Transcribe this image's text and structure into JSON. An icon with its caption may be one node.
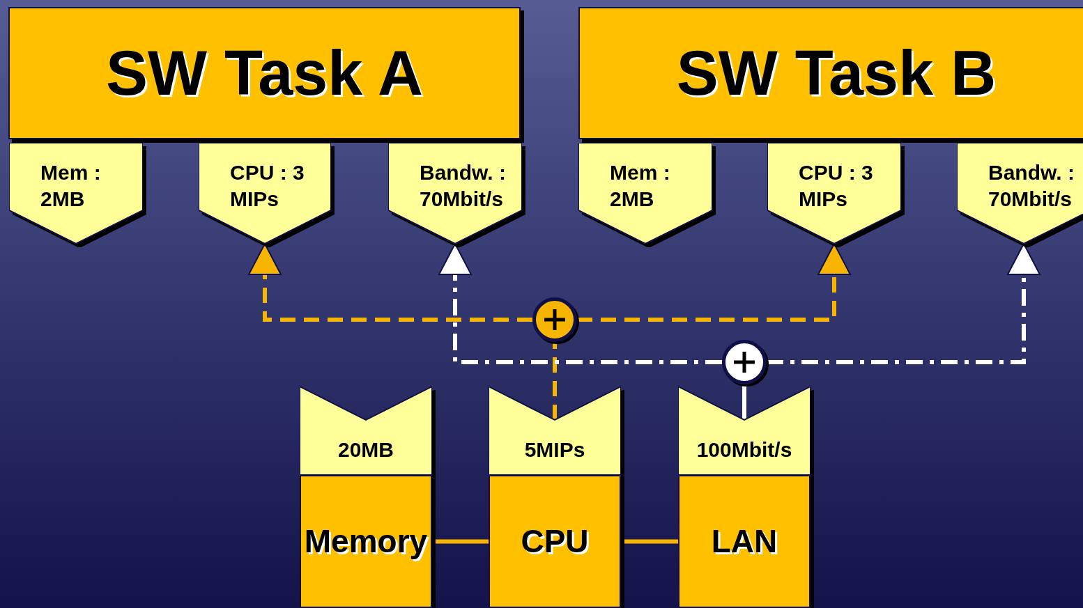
{
  "diagram": {
    "nodes": [
      {
        "text": [
          "SW Task A"
        ]
      },
      {
        "text": [
          "Mem : 2MB"
        ]
      },
      {
        "text": [
          "CPU : 3 MIPs"
        ]
      },
      {
        "text": [
          "Bandw. : 70Mbit/s"
        ]
      },
      {
        "text": [
          "SW Task B"
        ]
      },
      {
        "text": [
          "Mem : 2MB"
        ]
      },
      {
        "text": [
          "CPU : 3 MIPs"
        ]
      },
      {
        "text": [
          "Bandw. : 70Mbit/s"
        ]
      },
      {
        "text": [],
        "shape": "circle"
      },
      {
        "text": [],
        "shape": "circle"
      },
      {
        "text": [
          "20MB"
        ]
      },
      {
        "text": [
          "Memory"
        ]
      },
      {
        "text": [
          "5MIPs"
        ]
      },
      {
        "text": [
          "CPU"
        ]
      },
      {
        "text": [
          "100Mbit/s"
        ]
      },
      {
        "text": [
          "LAN"
        ]
      }
    ],
    "edges": [
      {
        "from": 8,
        "to": 2,
        "arrow": "to",
        "style": "dashed"
      },
      {
        "from": 8,
        "to": 6,
        "arrow": "to",
        "style": "dashed"
      },
      {
        "from": 12,
        "to": 8,
        "arrow": "none",
        "style": "dashed"
      },
      {
        "from": 9,
        "to": 3,
        "arrow": "to",
        "style": "dashed",
        "color": "#ffffff"
      },
      {
        "from": 9,
        "to": 7,
        "arrow": "to",
        "style": "dashed",
        "color": "#ffffff"
      },
      {
        "from": 14,
        "to": 9,
        "arrow": "none",
        "color": "#ffffff"
      },
      {
        "from": 11,
        "to": 13,
        "arrow": "none"
      },
      {
        "from": 13,
        "to": 15,
        "arrow": "none"
      }
    ]
  }
}
